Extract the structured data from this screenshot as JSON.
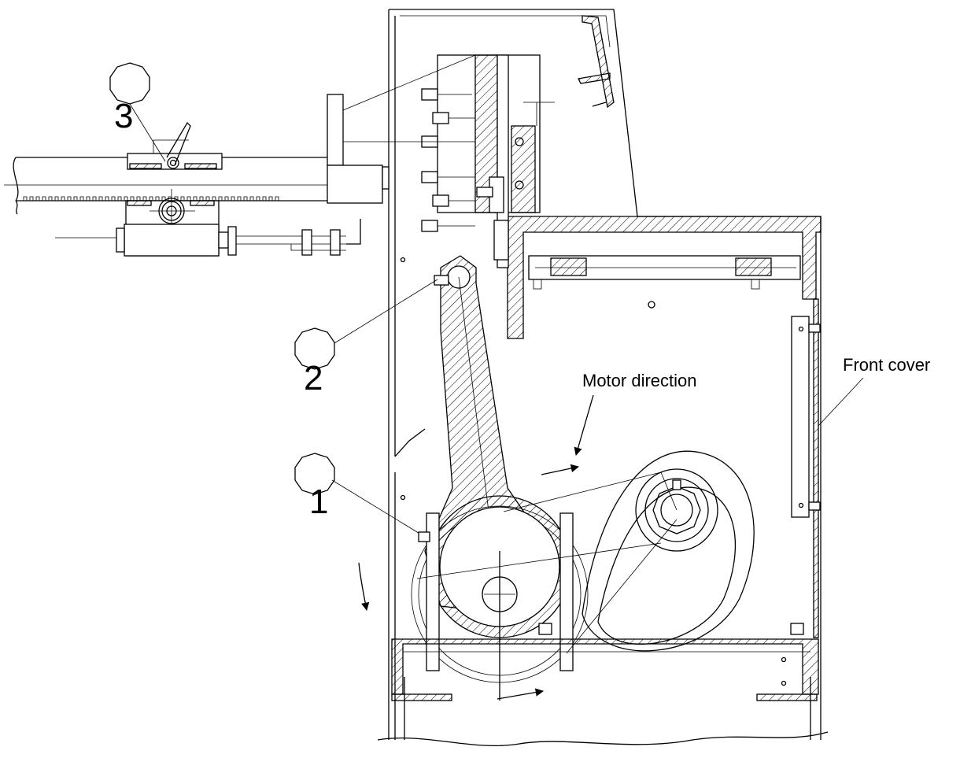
{
  "callouts": [
    {
      "id": "1",
      "label": "1"
    },
    {
      "id": "2",
      "label": "2"
    },
    {
      "id": "3",
      "label": "3"
    }
  ],
  "annotations": {
    "motor_direction": "Motor direction",
    "front_cover": "Front cover"
  }
}
